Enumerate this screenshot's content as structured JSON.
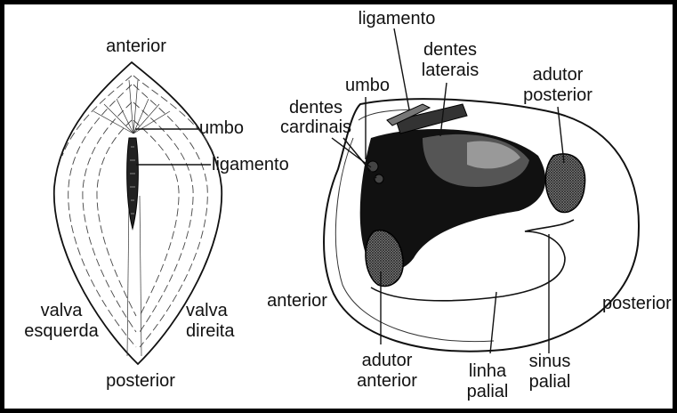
{
  "left_view": {
    "labels": {
      "anterior": "anterior",
      "umbo": "umbo",
      "ligamento": "ligamento",
      "valva_esquerda_1": "valva",
      "valva_esquerda_2": "esquerda",
      "valva_direita_1": "valva",
      "valva_direita_2": "direita",
      "posterior": "posterior"
    }
  },
  "right_view": {
    "labels": {
      "ligamento": "ligamento",
      "dentes_laterais_1": "dentes",
      "dentes_laterais_2": "laterais",
      "umbo": "umbo",
      "dentes_cardinais_1": "dentes",
      "dentes_cardinais_2": "cardinais",
      "adutor_posterior_1": "adutor",
      "adutor_posterior_2": "posterior",
      "anterior": "anterior",
      "posterior": "posterior",
      "adutor_anterior_1": "adutor",
      "adutor_anterior_2": "anterior",
      "linha_palial_1": "linha",
      "linha_palial_2": "palial",
      "sinus_palial_1": "sinus",
      "sinus_palial_2": "palial"
    }
  }
}
